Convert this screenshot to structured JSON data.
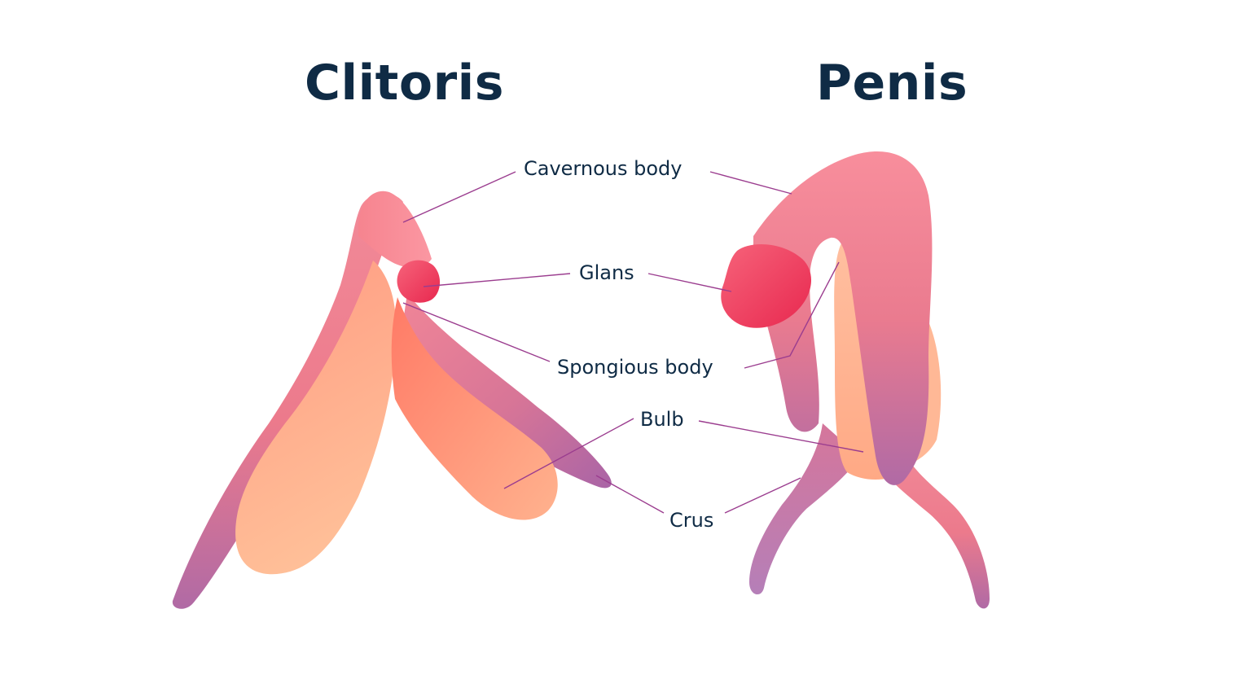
{
  "titles": {
    "left": "Clitoris",
    "right": "Penis"
  },
  "labels": {
    "cavernous_body": "Cavernous body",
    "glans": "Glans",
    "spongious_body": "Spongious body",
    "bulb": "Bulb",
    "crus": "Crus"
  },
  "colors": {
    "title_text": "#0f2b45",
    "label_text": "#0f2b45",
    "leader_line": "#9b3d8f",
    "pink": "#f28a98",
    "peach": "#ffab8a",
    "glans_red": "#ef3f62",
    "purple": "#b572a8"
  }
}
